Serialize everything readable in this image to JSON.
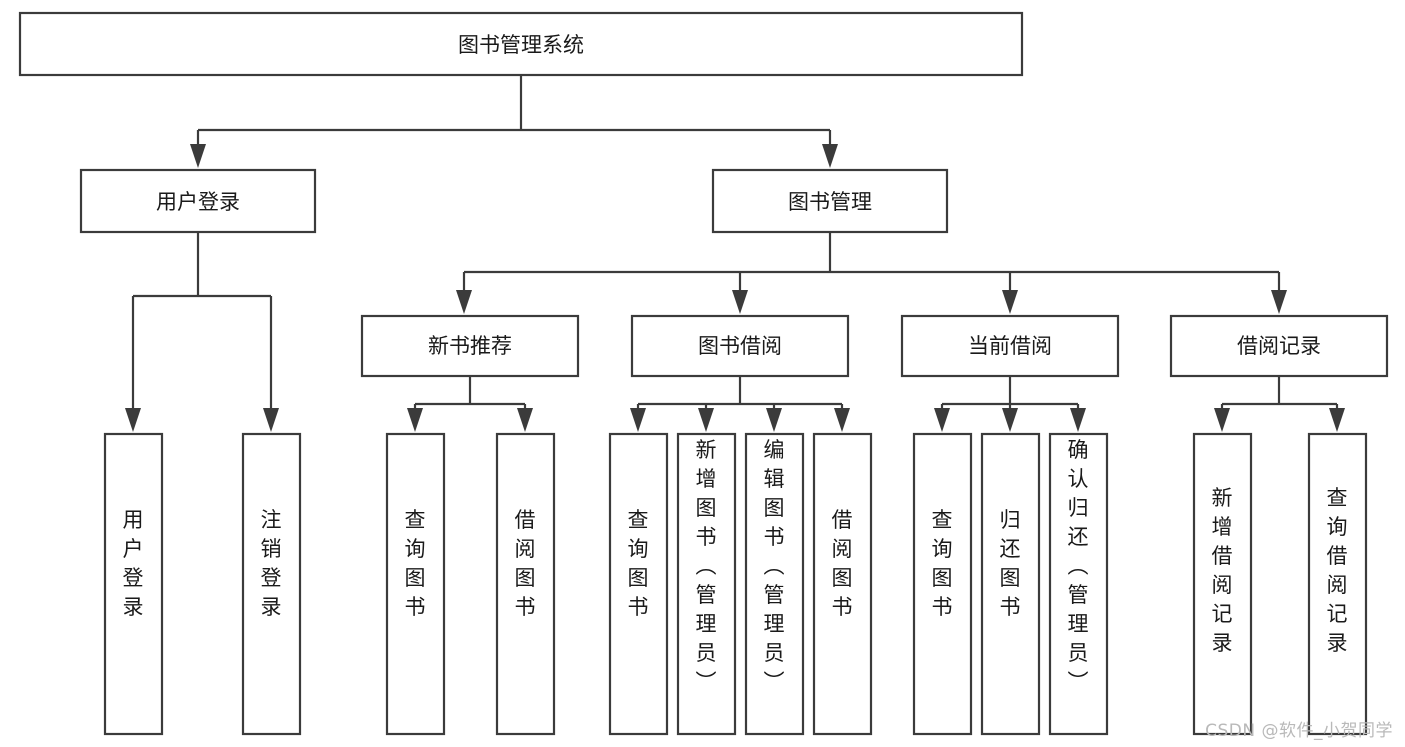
{
  "diagram": {
    "type": "tree",
    "title": "图书管理系统",
    "watermark": "CSDN @软件_小贺同学",
    "colors": {
      "stroke": "#3b3b3b",
      "fill": "#ffffff",
      "text": "#1a1a1a",
      "watermark": "#b9b9b9"
    },
    "levels": {
      "root": {
        "label": "图书管理系统"
      },
      "level2": [
        {
          "label": "用户登录"
        },
        {
          "label": "图书管理"
        }
      ],
      "level3": [
        {
          "label": "新书推荐"
        },
        {
          "label": "图书借阅"
        },
        {
          "label": "当前借阅"
        },
        {
          "label": "借阅记录"
        }
      ],
      "leaves": {
        "user_login": [
          {
            "label": "用户登录"
          },
          {
            "label": "注销登录"
          }
        ],
        "new_book_recommend": [
          {
            "label": "查询图书"
          },
          {
            "label": "借阅图书"
          }
        ],
        "book_borrow": [
          {
            "label": "查询图书"
          },
          {
            "label": "新增图书（管理员）"
          },
          {
            "label": "编辑图书（管理员）"
          },
          {
            "label": "借阅图书"
          }
        ],
        "current_borrow": [
          {
            "label": "查询图书"
          },
          {
            "label": "归还图书"
          },
          {
            "label": "确认归还（管理员）"
          }
        ],
        "borrow_record": [
          {
            "label": "新增借阅记录"
          },
          {
            "label": "查询借阅记录"
          }
        ]
      }
    }
  }
}
